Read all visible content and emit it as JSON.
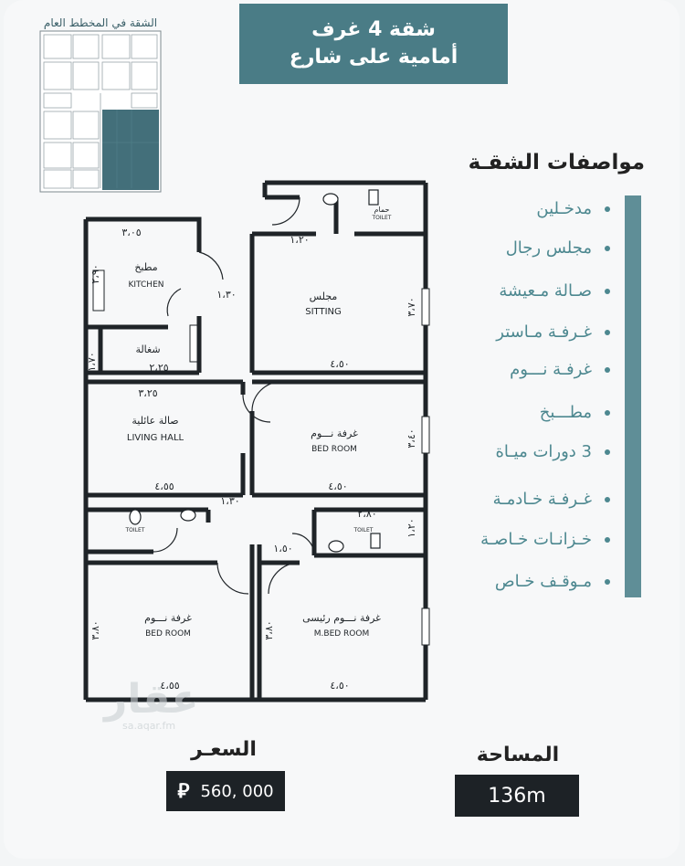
{
  "mini_plan": {
    "caption": "الشقة في المخطط العام"
  },
  "header": {
    "line1": "شقة 4 غرف",
    "line2": "أمامية على شارع"
  },
  "specs": {
    "title": "مواصفات الشقـة",
    "items": [
      "مدخـلين",
      "مجلس رجال",
      "صـالة مـعيشة",
      "غـرفـة مـاستر",
      "غرفـة نـــوم",
      "مطـــبخ",
      "3 دورات ميـاة",
      "غـرفـة خـادمـة",
      "خـزانـات خـاصـة",
      "مـوقـف خـاص"
    ]
  },
  "plan": {
    "rooms": [
      {
        "ar": "مطبخ",
        "en": "KITCHEN"
      },
      {
        "ar": "مجلس",
        "en": "SITTING"
      },
      {
        "ar": "شغالة",
        "en": ""
      },
      {
        "ar": "صالة عائلية",
        "en": "LIVING HALL"
      },
      {
        "ar": "غرفة نـــوم",
        "en": "BED ROOM"
      },
      {
        "ar": "غرفة نـــوم",
        "en": "BED ROOM"
      },
      {
        "ar": "غرفة نـــوم رئيسى",
        "en": "M.BED ROOM"
      },
      {
        "ar": "حمام",
        "en": "TOILET"
      },
      {
        "ar": "",
        "en": "TOILET"
      },
      {
        "ar": "",
        "en": "TOILET"
      }
    ],
    "dims": [
      "٣،٠٥",
      "٢،٩٠",
      "١،٣٠",
      "٢،٢٥",
      "١،٧٠",
      "٣،٢٥",
      "٣،٧٠",
      "٤،٥٠",
      "٤،٥٥",
      "٣،٤٠",
      "٤،٥٠",
      "١،٣٠",
      "١،٢٠",
      "١،٥٠",
      "٤،٥٥",
      "٤،٥٠",
      "٣،٨٠",
      "٣،٨٠",
      "١،٢٠",
      "٢،٨٠"
    ]
  },
  "pricing": {
    "price_label": "السعـر",
    "price_value": "560, 000",
    "currency_symbol": "⃁",
    "area_label": "المساحة",
    "area_value": "136m"
  },
  "watermark": {
    "text": "عقار",
    "sub": "sa.aqar.fm"
  },
  "colors": {
    "accent": "#4a7c86",
    "bullet": "#4d8890",
    "dark_box": "#1d2226",
    "plan_highlight": "#2f5f6b"
  }
}
